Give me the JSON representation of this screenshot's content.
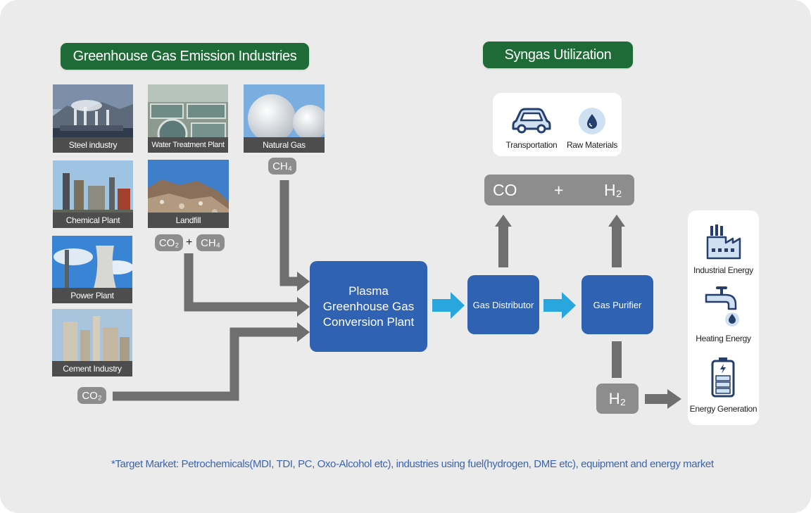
{
  "headings": {
    "emission": "Greenhouse Gas Emission Industries",
    "utilization": "Syngas Utilization"
  },
  "industries": [
    {
      "label": "Steel industry"
    },
    {
      "label": "Water Treatment Plant"
    },
    {
      "label": "Natural Gas"
    },
    {
      "label": "Chemical Plant"
    },
    {
      "label": "Landfill"
    },
    {
      "label": "Power Plant"
    },
    {
      "label": "Cement Industry"
    }
  ],
  "gases": {
    "natural_gas": "CH₄",
    "landfill_co2": "CO₂",
    "landfill_plus": "+",
    "landfill_ch4": "CH₄",
    "bottom_co2": "CO₂"
  },
  "process": {
    "plant_line1": "Plasma",
    "plant_line2": "Greenhouse Gas",
    "plant_line3": "Conversion Plant",
    "distributor": "Gas Distributor",
    "purifier": "Gas Purifier"
  },
  "syngas": {
    "co": "CO",
    "plus": "+",
    "h2": "H₂"
  },
  "hydrogen": "H₂",
  "utilization_uses": [
    {
      "label": "Transportation",
      "icon": "car-icon"
    },
    {
      "label": "Raw Materials",
      "icon": "droplet-icon"
    }
  ],
  "energy_uses": [
    {
      "label": "Industrial Energy",
      "icon": "factory-icon"
    },
    {
      "label": "Heating Energy",
      "icon": "faucet-icon"
    },
    {
      "label": "Energy Generation",
      "icon": "battery-icon"
    }
  ],
  "colors": {
    "heading_green": "#1e6b37",
    "node_blue": "#2f62b2",
    "arrow_gray": "#6f6f6f",
    "arrow_cyan": "#2aa6de",
    "pill_gray": "#8d8d8d",
    "footnote_blue": "#3c64ad"
  },
  "footnote": "*Target Market: Petrochemicals(MDI, TDI, PC, Oxo-Alcohol etc), industries using fuel(hydrogen, DME etc), equipment and energy market"
}
